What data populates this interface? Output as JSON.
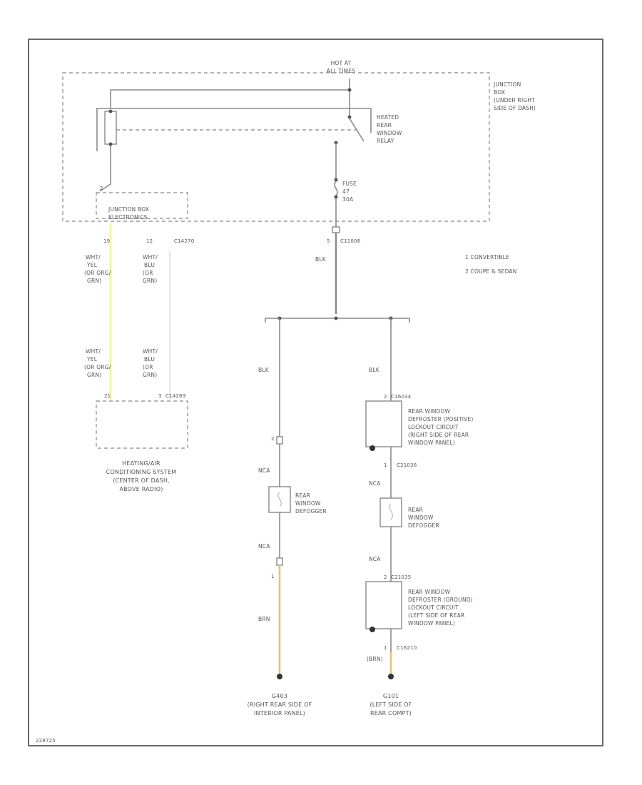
{
  "colors": {
    "yellow_wire": "#f2f2a0",
    "brown_wire": "#e8c27a"
  },
  "hot_at": [
    "HOT AT",
    "ALL TIMES"
  ],
  "junction_box": [
    "JUNCTION",
    "BOX",
    "(UNDER RIGHT",
    "SIDE OF DASH)"
  ],
  "relay": [
    "HEATED",
    "REAR",
    "WINDOW",
    "RELAY"
  ],
  "fuse": [
    "FUSE",
    "47",
    "30A"
  ],
  "jb_electronics": [
    "JUNCTION BOX",
    "ELECTRONICS"
  ],
  "jb_pins": {
    "left": "19",
    "right": "12",
    "right_conn": "C14270",
    "fuse_pin": "5",
    "fuse_conn": "C11008",
    "top": "2"
  },
  "left_wires": {
    "w1": [
      "WHT/",
      "YEL",
      "(OR ORG/",
      "GRN)"
    ],
    "w2": [
      "WHT/",
      "BLU",
      "(OR",
      "GRN)"
    ],
    "w3": [
      "WHT/",
      "YEL",
      "(OR ORG/",
      "GRN)"
    ],
    "w4": [
      "WHT/",
      "BLU",
      "(OR",
      "GRN)"
    ]
  },
  "hvac": {
    "pin_left": "21",
    "pin_right": "3",
    "conn": "C14269",
    "label": [
      "HEATING/AIR",
      "CONDITIONING SYSTEM",
      "(CENTER OF DASH,",
      "ABOVE RADIO)"
    ]
  },
  "main_wire": "BLK",
  "legend": [
    "1   CONVERTIBLE",
    "2   COUPE & SEDAN"
  ],
  "left_branch": {
    "wire": "BLK",
    "pin": "2",
    "nca1": "NCA",
    "defogger": [
      "REAR",
      "WINDOW",
      "DEFOGGER"
    ],
    "nca2": "NCA",
    "pin2": "1",
    "brn": "BRN",
    "ground": [
      "G403",
      "(RIGHT REAR SIDE OF",
      "INTERIOR PANEL)"
    ]
  },
  "right_branch": {
    "wire": "BLK",
    "pin_top": "2",
    "conn_top": "C16034",
    "lockout_pos": [
      "REAR WINDOW",
      "DEFROSTER (POSITIVE)",
      "LOCKOUT CIRCUIT",
      "(RIGHT SIDE OF REAR",
      "WINDOW PANEL)"
    ],
    "pin_mid": "1",
    "conn_mid": "C21036",
    "nca1": "NCA",
    "defogger": [
      "REAR",
      "WINDOW",
      "DEFOGGER"
    ],
    "nca2": "NCA",
    "pin_low": "2",
    "conn_low": "C21035",
    "lockout_gnd": [
      "REAR WINDOW",
      "DEFROSTER (GROUND)",
      "LOCKOUT CIRCUIT",
      "(LEFT SIDE OF REAR",
      "WINDOW PANEL)"
    ],
    "pin_bot": "1",
    "conn_bot": "C16210",
    "brn": "(BRN)",
    "ground": [
      "G101",
      "(LEFT SIDE OF",
      "REAR COMPT)"
    ]
  },
  "code": "228725"
}
